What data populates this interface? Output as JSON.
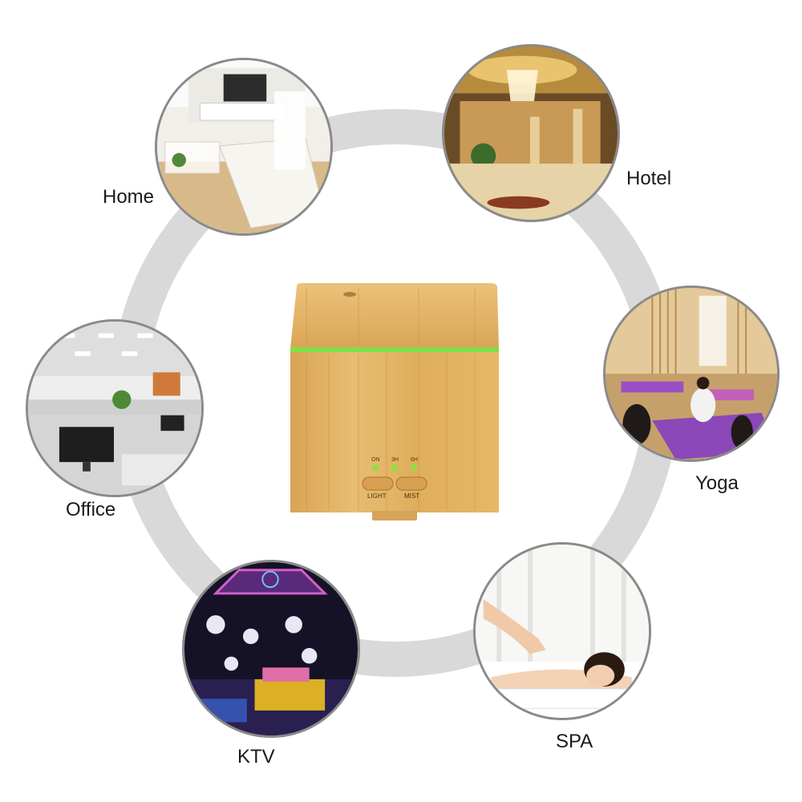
{
  "locations": {
    "home": "Home",
    "hotel": "Hotel",
    "yoga": "Yoga",
    "office": "Office",
    "ktv": "KTV",
    "spa": "SPA"
  },
  "device": {
    "indicators": [
      "ON",
      "3H",
      "6H"
    ],
    "buttons": [
      "LIGHT",
      "MIST"
    ],
    "light_color": "#6dd13a"
  },
  "colors": {
    "ring": "#d9d9d9",
    "bamboo": "#e2b46a",
    "circle_border": "#8a8a8a"
  }
}
